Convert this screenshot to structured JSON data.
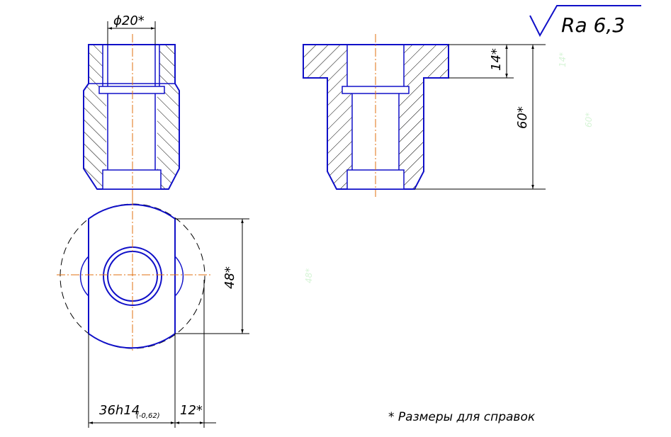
{
  "roughness": {
    "label": "Ra 6,3"
  },
  "dimensions": {
    "bore_diameter": "ϕ20*",
    "flange_height": "14*",
    "total_height": "60*",
    "flat_distance": "48*",
    "width_main": "36h14",
    "width_tolerance": "(-0,62)",
    "width_offset": "12*"
  },
  "note": "* Размеры для справок",
  "faint_marks": [
    "14*",
    "60*",
    "48*"
  ],
  "colors": {
    "outline": "#1010c8",
    "centerline": "#e07010",
    "dimension": "#000000",
    "background": "#ffffff"
  }
}
